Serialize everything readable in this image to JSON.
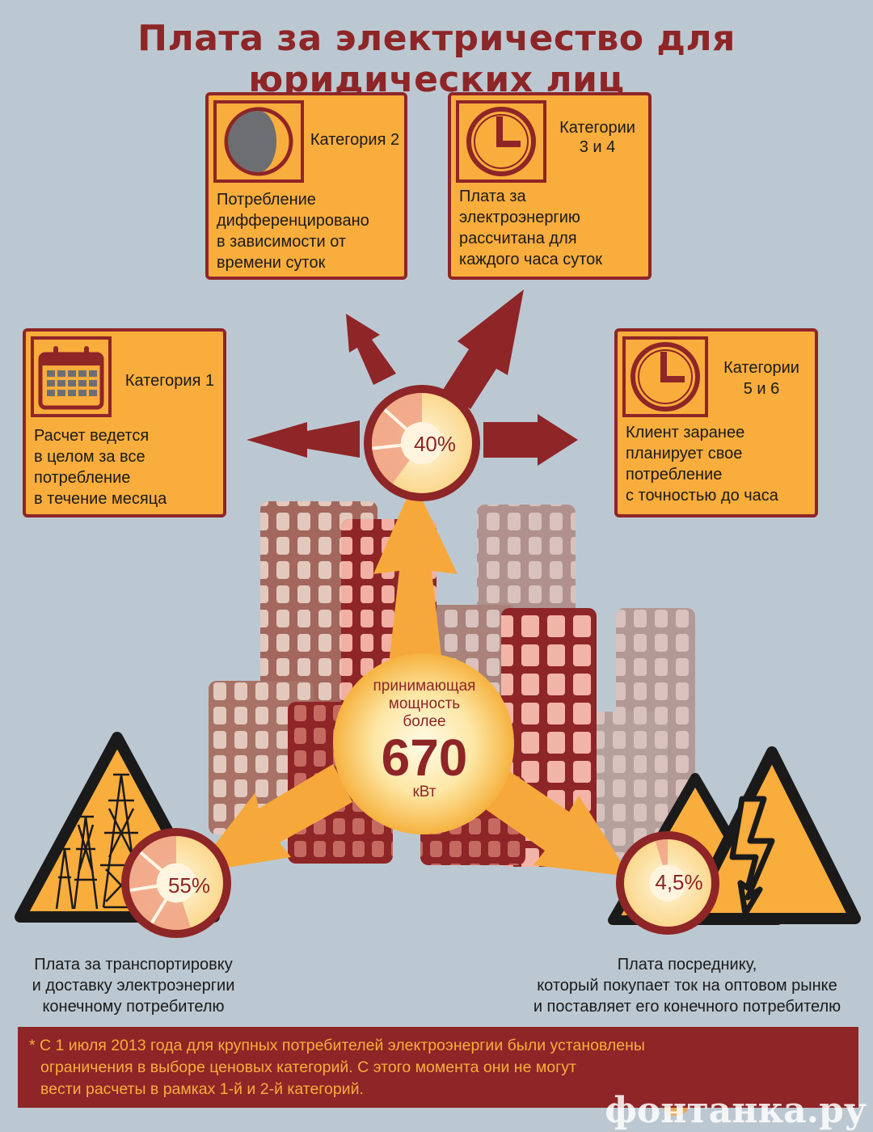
{
  "title": "Плата за электричество для юридических лиц",
  "categories": [
    {
      "label": "Категория 1",
      "description": [
        "Расчет ведется",
        "в целом за все",
        "потребление",
        "в течение месяца"
      ],
      "icon": "calendar-icon"
    },
    {
      "label": "Категория 2",
      "description": [
        "Потребление",
        "дифференцировано",
        "в зависимости от",
        "времени суток"
      ],
      "icon": "moon-phase-icon"
    },
    {
      "label": [
        "Категории",
        "3 и 4"
      ],
      "description": [
        "Плата за",
        "электроэнергию",
        "рассчитана для",
        "каждого часа суток"
      ],
      "icon": "clock-icon"
    },
    {
      "label": [
        "Категории",
        "5 и 6"
      ],
      "description": [
        "Клиент заранее",
        "планирует свое",
        "потребление",
        "с точностью до часа"
      ],
      "icon": "clock-icon"
    }
  ],
  "center": {
    "lines": [
      "принимающая",
      "мощность",
      "более"
    ],
    "value": "670",
    "unit": "кВт"
  },
  "shares": [
    {
      "percent": "40%",
      "value": 40
    },
    {
      "percent": "55%",
      "value": 55
    },
    {
      "percent": "4,5%",
      "value": 4.5
    }
  ],
  "captions": {
    "left": [
      "Плата за транспортировку",
      "и доставку электроэнергии",
      "конечному потребителю"
    ],
    "right": [
      "Плата посреднику,",
      "который покупает ток на оптовом рынке",
      "и поставляет его конечного потребителю"
    ]
  },
  "note": [
    "* С 1 июля 2013 года для крупных потребителей электроэнергии были установлены",
    "ограничения в выборе ценовых категорий. С этого момента они не могут",
    "вести расчеты в рамках 1-й и 2-й категорий."
  ],
  "logo": {
    "text": "фонтанка.ру"
  },
  "colors": {
    "background": "#bcc8d1",
    "accent": "#8e2527",
    "card": "#f9ad3c",
    "glow": "#fde7a5"
  }
}
